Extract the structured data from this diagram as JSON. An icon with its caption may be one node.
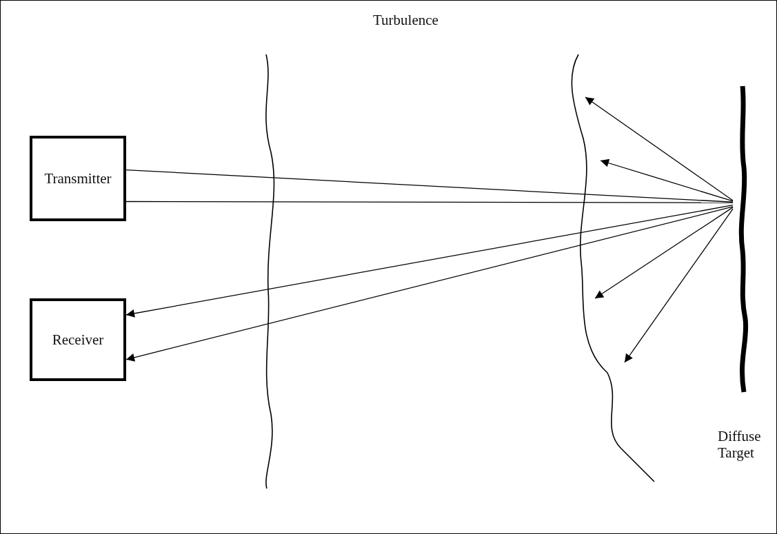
{
  "diagram": {
    "nodes": [
      {
        "text": [
          "Transmitter"
        ]
      },
      {
        "text": [
          "Receiver"
        ]
      },
      {
        "text": [],
        "shape": "bar",
        "beside": [
          "Diffuse Target"
        ]
      }
    ],
    "edges": [
      {
        "from": 0,
        "to": 2,
        "arrow": "none"
      },
      {
        "from": 0,
        "to": 2,
        "arrow": "none"
      },
      {
        "from": 2,
        "to": 1,
        "arrow": "to"
      },
      {
        "from": 2,
        "to": 1,
        "arrow": "to"
      },
      {
        "from": 2,
        "to": null,
        "arrow": "to"
      },
      {
        "from": 2,
        "to": null,
        "arrow": "to"
      },
      {
        "from": 2,
        "to": null,
        "arrow": "to"
      },
      {
        "from": 2,
        "to": null,
        "arrow": "to"
      }
    ],
    "labels": [
      "Turbulence"
    ]
  }
}
